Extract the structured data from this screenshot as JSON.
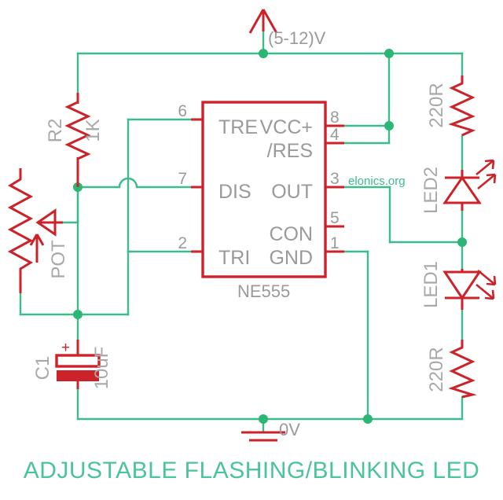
{
  "diagram": {
    "title": "ADJUSTABLE FLASHING/BLINKING LED",
    "watermark": "elonics.org",
    "colors": {
      "wire": "#3cbc8d",
      "component": "#cc2229",
      "label": "#9a9a9a",
      "title": "#4cc49a"
    }
  },
  "power": {
    "supply_label": "(5-12)V",
    "ground_label": "0V",
    "supply_symbol": "up-arrow",
    "ground_symbol": "earth-bars"
  },
  "ic": {
    "part_number": "NE555",
    "pins": {
      "tre": {
        "number": "6",
        "name": "TRE"
      },
      "dis": {
        "number": "7",
        "name": "DIS"
      },
      "tri": {
        "number": "2",
        "name": "TRI"
      },
      "vcc": {
        "number": "8",
        "name": "VCC+"
      },
      "res": {
        "number": "4",
        "name": "/RES"
      },
      "out": {
        "number": "3",
        "name": "OUT"
      },
      "con": {
        "number": "5",
        "name": "CON"
      },
      "gnd": {
        "number": "1",
        "name": "GND"
      }
    }
  },
  "components": [
    {
      "ref": "R2",
      "value": "1K",
      "type": "resistor"
    },
    {
      "ref": "POT",
      "value": "",
      "type": "potentiometer"
    },
    {
      "ref": "C1",
      "value": "10uF",
      "polarity": "+",
      "type": "capacitor-electrolytic"
    },
    {
      "ref": "LED2",
      "value": "",
      "type": "led"
    },
    {
      "ref": "LED1",
      "value": "",
      "type": "led"
    },
    {
      "ref": "R_top",
      "value": "220R",
      "type": "resistor"
    },
    {
      "ref": "R_bottom",
      "value": "220R",
      "type": "resistor"
    }
  ],
  "labels": {
    "r2_ref": "R2",
    "r2_val": "1K",
    "pot_ref": "POT",
    "c1_ref": "C1",
    "c1_val": "10uF",
    "c1_polarity": "+",
    "led2_ref": "LED2",
    "led1_ref": "LED1",
    "r_top_val": "220R",
    "r_bottom_val": "220R"
  }
}
